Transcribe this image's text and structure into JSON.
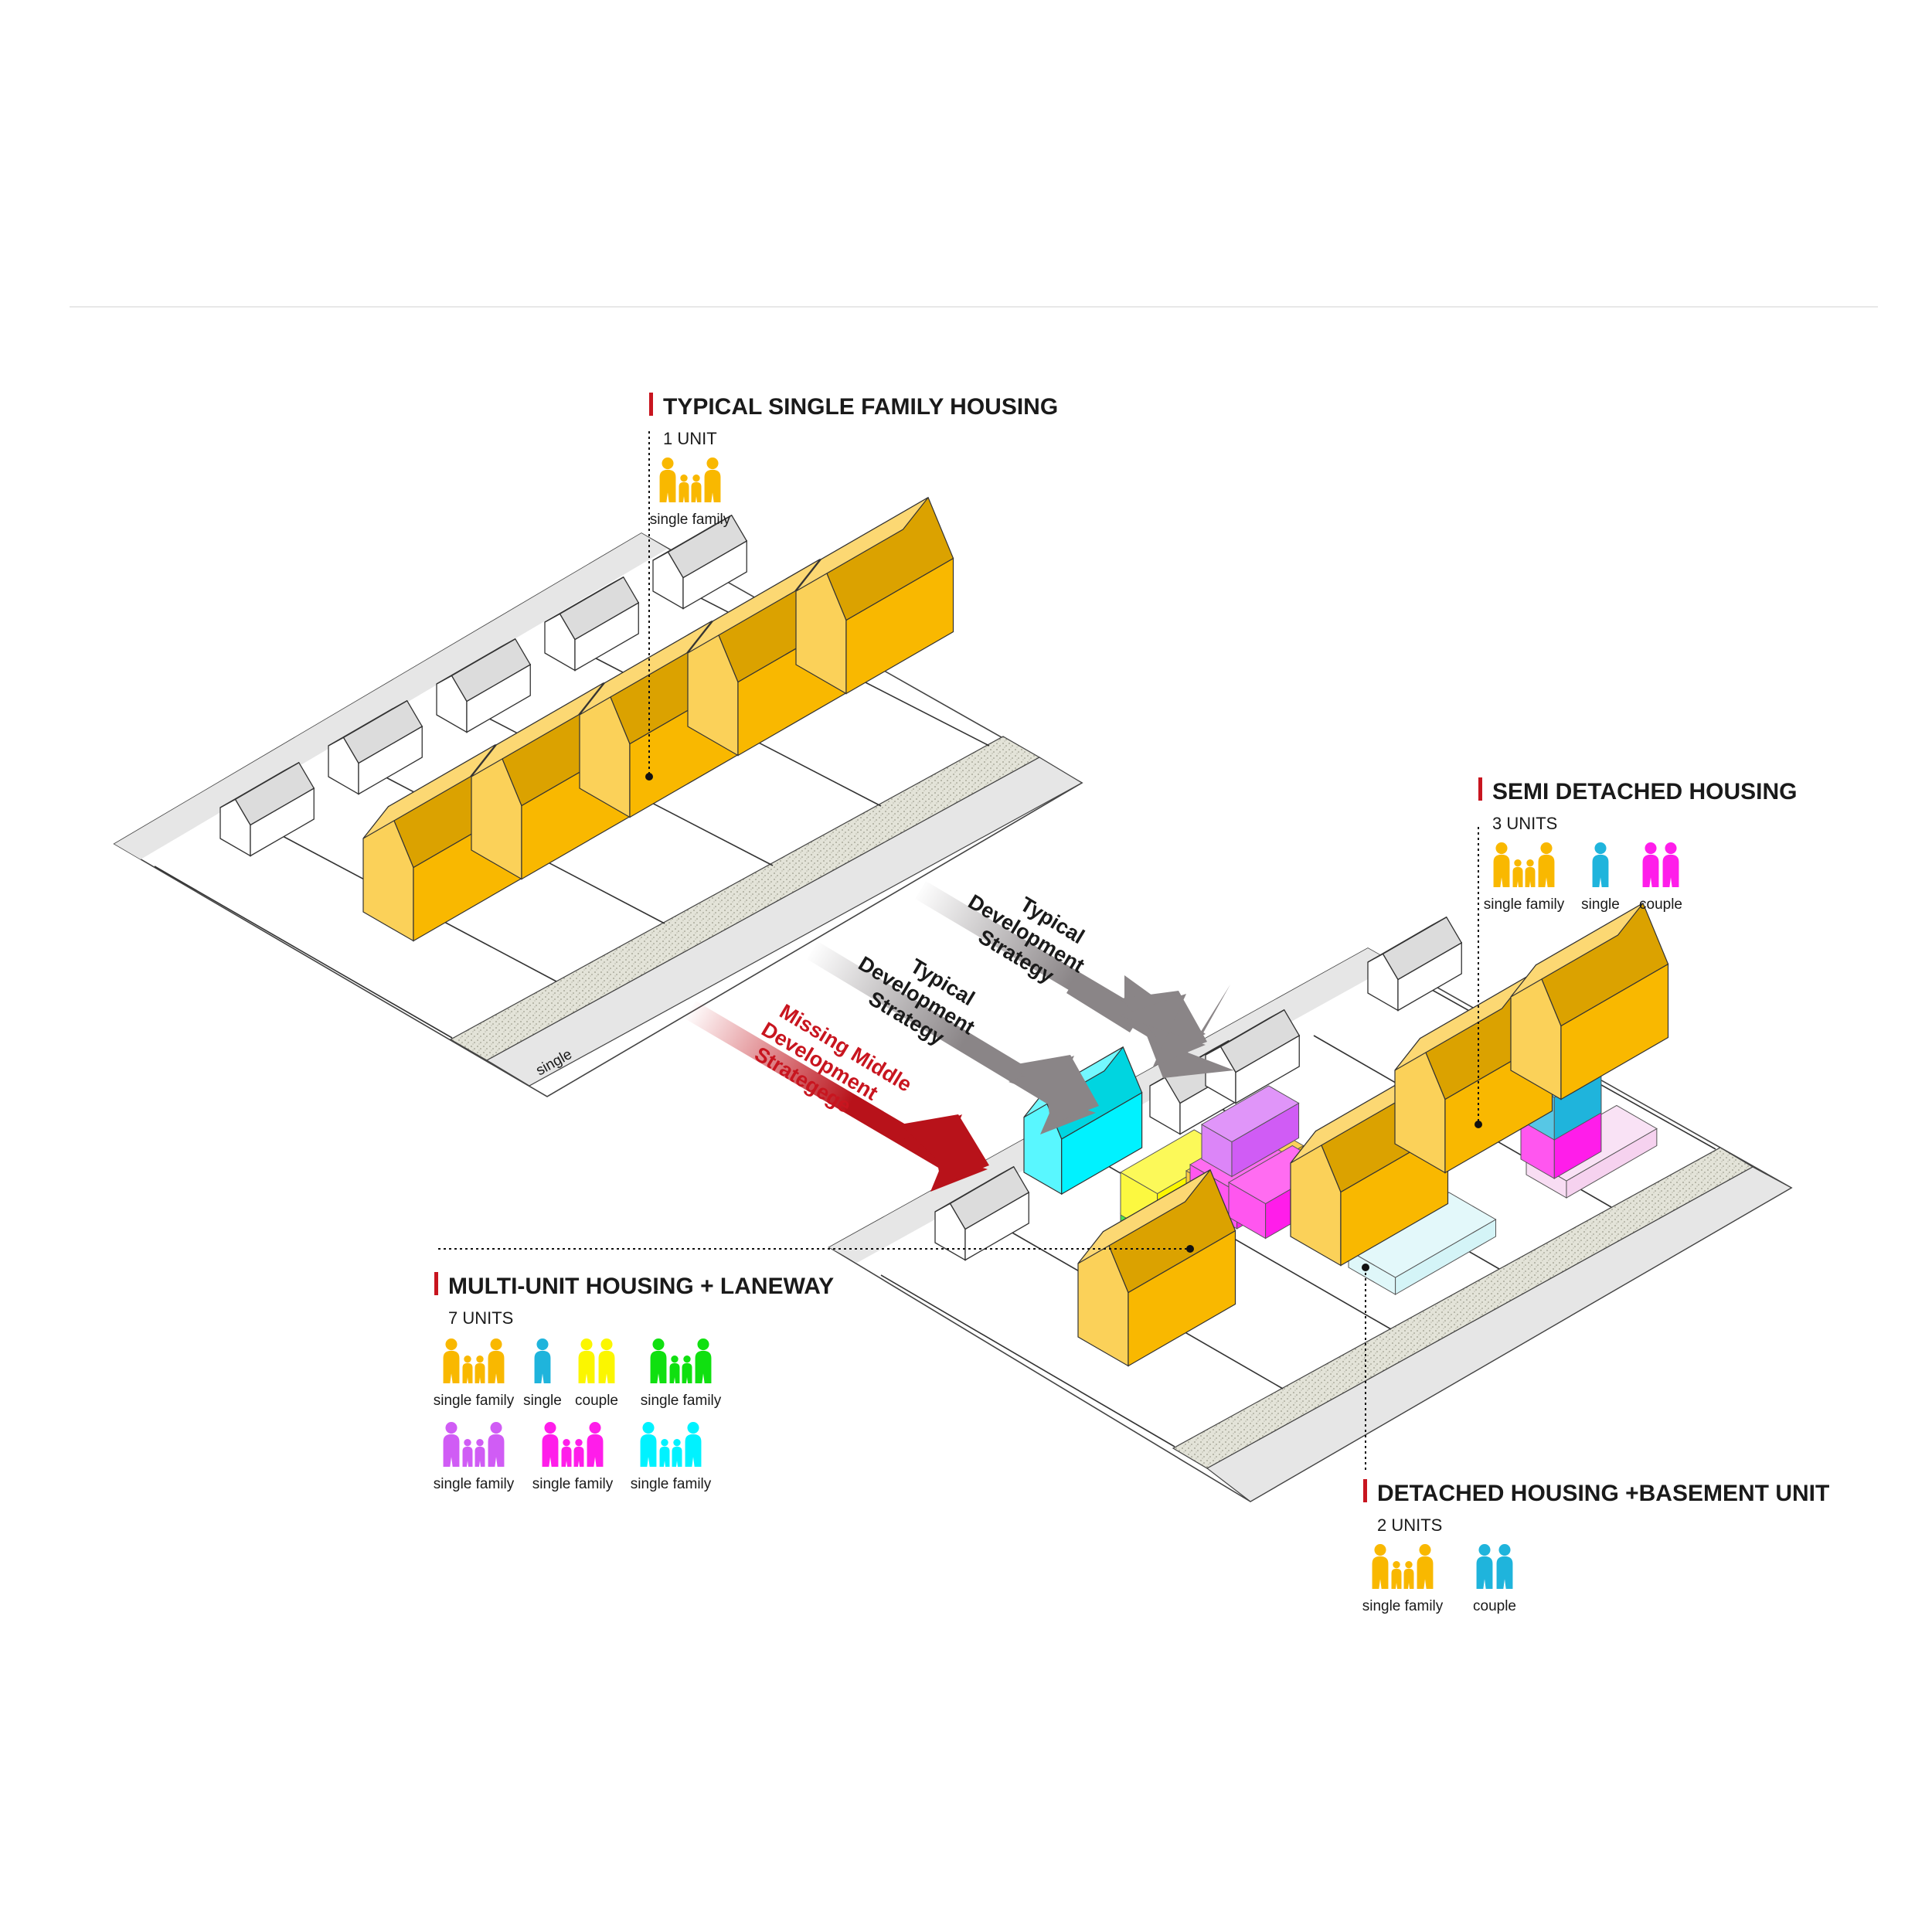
{
  "colors": {
    "single_family": "#f9b800",
    "single_family_roof": "#ffd966",
    "single": "#1fb4dc",
    "couple_magenta": "#ff1dea",
    "couple_yellow": "#fbf600",
    "green_family": "#10e010",
    "violet_family": "#d05cf5",
    "cyan_family": "#00f2ff",
    "accent_red": "#c8151f",
    "arrow_grey": "#8a8587"
  },
  "sections": {
    "typical": {
      "title": "TYPICAL SINGLE FAMILY HOUSING",
      "units": "1 UNIT",
      "people": [
        {
          "label": "single family",
          "kind": "family",
          "color": "#f9b800"
        }
      ]
    },
    "semi": {
      "title": "SEMI DETACHED HOUSING",
      "units": "3 UNITS",
      "people": [
        {
          "label": "single family",
          "kind": "family",
          "color": "#f9b800"
        },
        {
          "label": "single",
          "kind": "single",
          "color": "#1fb4dc"
        },
        {
          "label": "couple",
          "kind": "couple",
          "color": "#ff1dea"
        }
      ]
    },
    "multi": {
      "title": "MULTI-UNIT HOUSING + LANEWAY",
      "units": "7 UNITS",
      "people": [
        {
          "label": "single family",
          "kind": "family",
          "color": "#f9b800"
        },
        {
          "label": "single",
          "kind": "single",
          "color": "#1fb4dc"
        },
        {
          "label": "couple",
          "kind": "couple",
          "color": "#fbf600"
        },
        {
          "label": "single family",
          "kind": "family",
          "color": "#10e010"
        },
        {
          "label": "single family",
          "kind": "family",
          "color": "#d05cf5"
        },
        {
          "label": "single family",
          "kind": "family",
          "color": "#ff1dea"
        },
        {
          "label": "single family",
          "kind": "family",
          "color": "#00f2ff"
        }
      ]
    },
    "detached": {
      "title": "DETACHED HOUSING +BASEMENT UNIT",
      "units": "2 UNITS",
      "people": [
        {
          "label": "single family",
          "kind": "family",
          "color": "#f9b800"
        },
        {
          "label": "couple",
          "kind": "couple",
          "color": "#1fb4dc"
        }
      ]
    }
  },
  "arrows": {
    "typical_1": [
      "Typical",
      "Development",
      "Strategy"
    ],
    "typical_2": [
      "Typical",
      "Development",
      "Strategy"
    ],
    "missing_middle": [
      "Missing Middle",
      "Development",
      "Strategege"
    ]
  },
  "street_label": "single"
}
